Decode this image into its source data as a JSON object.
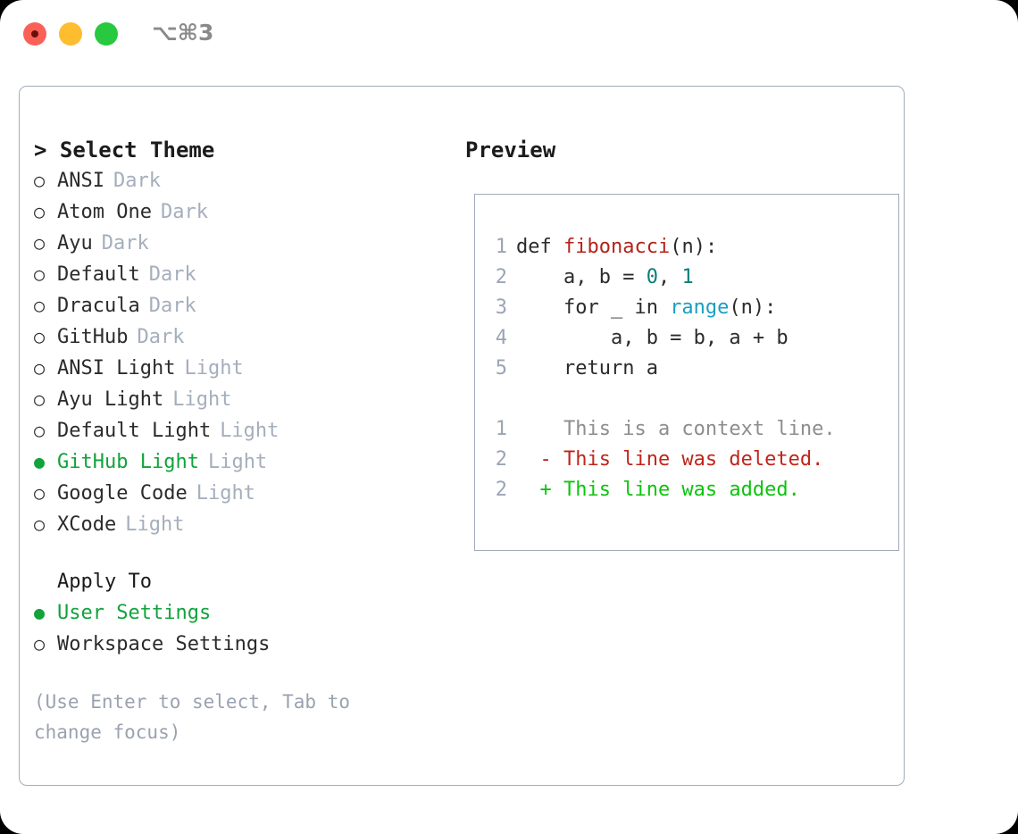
{
  "titlebar": {
    "shortcut": "⌥⌘3",
    "buttons": [
      {
        "name": "close",
        "color": "#fb6058"
      },
      {
        "name": "minimize",
        "color": "#fdbd2e"
      },
      {
        "name": "maximize",
        "color": "#28c83f"
      }
    ]
  },
  "theme_picker": {
    "heading": "> Select Theme",
    "marker_selected": "●",
    "marker_unselected": "○",
    "options": [
      {
        "label": "ANSI",
        "appearance": "Dark",
        "selected": false
      },
      {
        "label": "Atom One",
        "appearance": "Dark",
        "selected": false
      },
      {
        "label": "Ayu",
        "appearance": "Dark",
        "selected": false
      },
      {
        "label": "Default",
        "appearance": "Dark",
        "selected": false
      },
      {
        "label": "Dracula",
        "appearance": "Dark",
        "selected": false
      },
      {
        "label": "GitHub",
        "appearance": "Dark",
        "selected": false
      },
      {
        "label": "ANSI Light",
        "appearance": "Light",
        "selected": false
      },
      {
        "label": "Ayu Light",
        "appearance": "Light",
        "selected": false
      },
      {
        "label": "Default Light",
        "appearance": "Light",
        "selected": false
      },
      {
        "label": "GitHub Light",
        "appearance": "Light",
        "selected": true
      },
      {
        "label": "Google Code",
        "appearance": "Light",
        "selected": false
      },
      {
        "label": "XCode",
        "appearance": "Light",
        "selected": false
      }
    ]
  },
  "apply_to": {
    "heading": "Apply To",
    "options": [
      {
        "label": "User Settings",
        "selected": true
      },
      {
        "label": "Workspace Settings",
        "selected": false
      }
    ]
  },
  "hint": "(Use Enter to select, Tab to change focus)",
  "preview": {
    "heading": "Preview",
    "code_lines": [
      {
        "no": "1",
        "segments": [
          {
            "text": "def ",
            "token": "plain"
          },
          {
            "text": "fibonacci",
            "token": "function"
          },
          {
            "text": "(n):",
            "token": "plain"
          }
        ]
      },
      {
        "no": "2",
        "segments": [
          {
            "text": "    a, b = ",
            "token": "plain"
          },
          {
            "text": "0",
            "token": "number"
          },
          {
            "text": ", ",
            "token": "plain"
          },
          {
            "text": "1",
            "token": "number"
          }
        ]
      },
      {
        "no": "3",
        "segments": [
          {
            "text": "    for _ in ",
            "token": "plain"
          },
          {
            "text": "range",
            "token": "call"
          },
          {
            "text": "(n):",
            "token": "plain"
          }
        ]
      },
      {
        "no": "4",
        "segments": [
          {
            "text": "        a, b = b, a + b",
            "token": "plain"
          }
        ]
      },
      {
        "no": "5",
        "segments": [
          {
            "text": "    return a",
            "token": "plain"
          }
        ]
      }
    ],
    "diff_lines": [
      {
        "no": "1",
        "sign": " ",
        "text": "This is a context line.",
        "kind": "context"
      },
      {
        "no": "2",
        "sign": "-",
        "text": "This line was deleted.",
        "kind": "deleted"
      },
      {
        "no": "2",
        "sign": "+",
        "text": "This line was added.",
        "kind": "added"
      }
    ]
  },
  "colors": {
    "selected_green": "#12a33c",
    "diff_add_green": "#0bc40b",
    "diff_del_red": "#c0241a",
    "function_red": "#b3231b",
    "number_teal": "#0b7d77",
    "call_blue": "#1a9ec4",
    "muted_gray": "#a5aebc",
    "border": "#a3acbb"
  }
}
